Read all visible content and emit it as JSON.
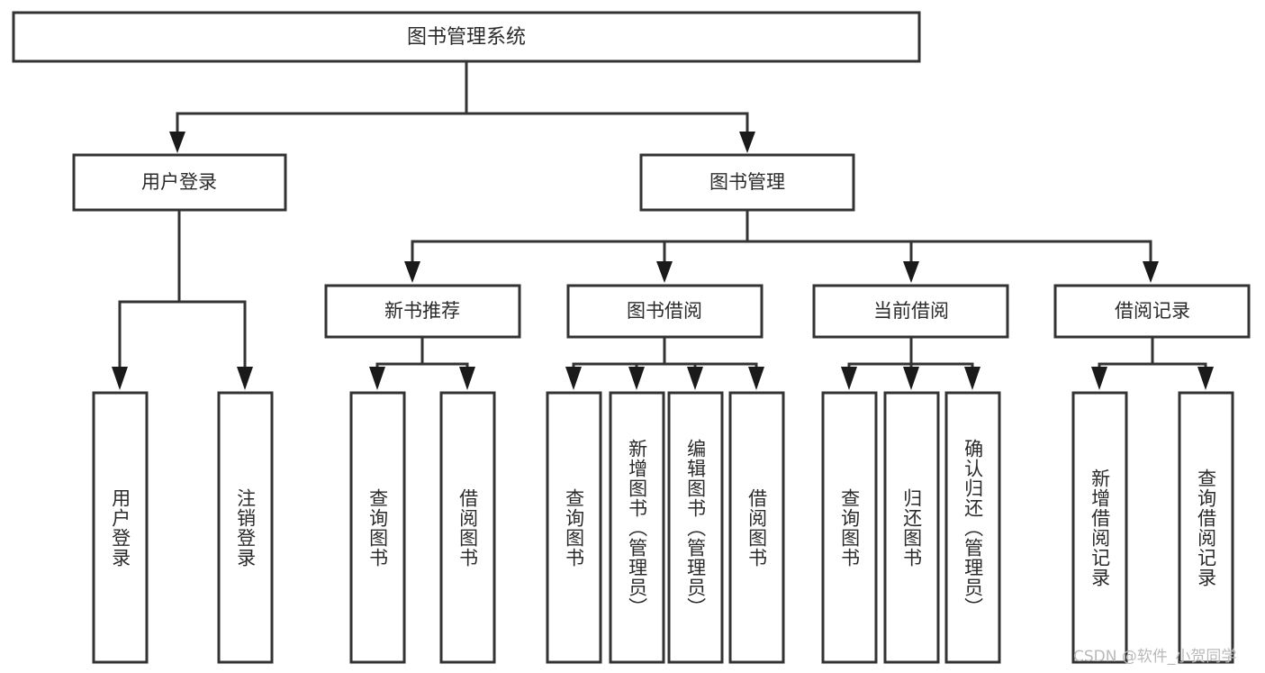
{
  "diagram": {
    "title": "图书管理系统",
    "type": "tree-hierarchy-diagram",
    "colors": {
      "box_stroke": "#333333",
      "box_fill": "#ffffff",
      "text": "#2b2b2b",
      "arrow": "#1a1a1a",
      "watermark": "#b9b9b9"
    },
    "root": {
      "label": "图书管理系统"
    },
    "level2": [
      {
        "label": "用户登录"
      },
      {
        "label": "图书管理"
      }
    ],
    "level3": [
      {
        "label": "新书推荐"
      },
      {
        "label": "图书借阅"
      },
      {
        "label": "当前借阅"
      },
      {
        "label": "借阅记录"
      }
    ],
    "leaves": {
      "user_login": [
        {
          "label": "用户登录"
        },
        {
          "label": "注销登录"
        }
      ],
      "new_book_recommend": [
        {
          "label": "查询图书"
        },
        {
          "label": "借阅图书"
        }
      ],
      "book_borrow": [
        {
          "label": "查询图书"
        },
        {
          "label": "新增图书（管理员）"
        },
        {
          "label": "编辑图书（管理员）"
        },
        {
          "label": "借阅图书"
        }
      ],
      "current_borrow": [
        {
          "label": "查询图书"
        },
        {
          "label": "归还图书"
        },
        {
          "label": "确认归还（管理员）"
        }
      ],
      "borrow_record": [
        {
          "label": "新增借阅记录"
        },
        {
          "label": "查询借阅记录"
        }
      ]
    },
    "watermark": "CSDN @软件_小贺同学"
  }
}
